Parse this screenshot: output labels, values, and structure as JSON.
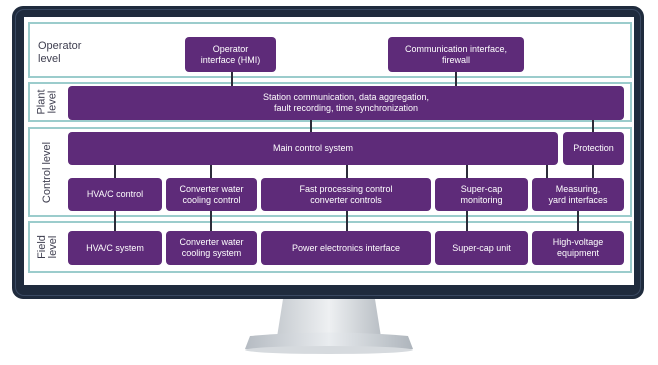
{
  "levels": {
    "operator": "Operator\nlevel",
    "plant": "Plant\nlevel",
    "control": "Control level",
    "field": "Field\nlevel"
  },
  "operator_level": {
    "hmi": "Operator\ninterface (HMI)",
    "comm": "Communication interface,\nfirewall"
  },
  "plant_level": {
    "station": "Station communication, data aggregation,\nfault recording, time synchronization"
  },
  "control_level": {
    "main": "Main control system",
    "protection": "Protection",
    "hvac": "HVA/C control",
    "converter_water": "Converter water\ncooling control",
    "fast_processing": "Fast processing control\nconverter controls",
    "supercap": "Super-cap\nmonitoring",
    "measuring": "Measuring,\nyard interfaces"
  },
  "field_level": {
    "hvac": "HVA/C system",
    "converter_water": "Converter water\ncooling system",
    "power_electronics": "Power electronics interface",
    "supercap": "Super-cap unit",
    "hv_equipment": "High-voltage\nequipment"
  },
  "colors": {
    "box_fill": "#5e2b79",
    "band_border": "#9bcccc",
    "monitor_frame": "#1f2b3d"
  }
}
